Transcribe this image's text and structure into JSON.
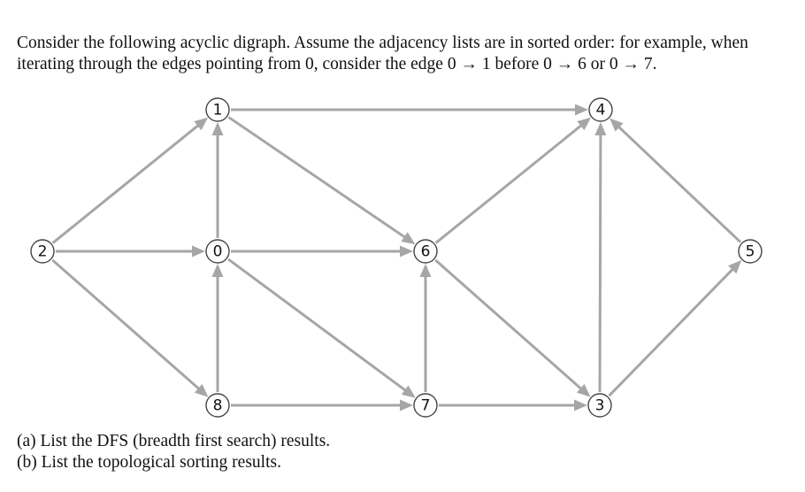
{
  "question": {
    "line1": "Consider the following acyclic digraph. Assume the adjacency lists are in sorted order: for example, when",
    "line2": "iterating through the edges pointing from 0, consider the edge 0 → 1 before 0 → 6 or 0 → 7."
  },
  "graph": {
    "edge_color": "#a6a6a6",
    "nodes": [
      {
        "id": "0",
        "label": "0"
      },
      {
        "id": "1",
        "label": "1"
      },
      {
        "id": "2",
        "label": "2"
      },
      {
        "id": "3",
        "label": "3"
      },
      {
        "id": "4",
        "label": "4"
      },
      {
        "id": "5",
        "label": "5"
      },
      {
        "id": "6",
        "label": "6"
      },
      {
        "id": "7",
        "label": "7"
      },
      {
        "id": "8",
        "label": "8"
      }
    ],
    "edges": [
      {
        "from": "2",
        "to": "1"
      },
      {
        "from": "2",
        "to": "0"
      },
      {
        "from": "2",
        "to": "8"
      },
      {
        "from": "0",
        "to": "1"
      },
      {
        "from": "0",
        "to": "6"
      },
      {
        "from": "0",
        "to": "7"
      },
      {
        "from": "8",
        "to": "0"
      },
      {
        "from": "8",
        "to": "7"
      },
      {
        "from": "1",
        "to": "4"
      },
      {
        "from": "1",
        "to": "6"
      },
      {
        "from": "7",
        "to": "6"
      },
      {
        "from": "7",
        "to": "3"
      },
      {
        "from": "6",
        "to": "4"
      },
      {
        "from": "6",
        "to": "3"
      },
      {
        "from": "3",
        "to": "4"
      },
      {
        "from": "3",
        "to": "5"
      },
      {
        "from": "5",
        "to": "4"
      }
    ]
  },
  "tasks": {
    "a": "(a) List the DFS (breadth first search) results.",
    "b": "(b) List the topological sorting results."
  }
}
